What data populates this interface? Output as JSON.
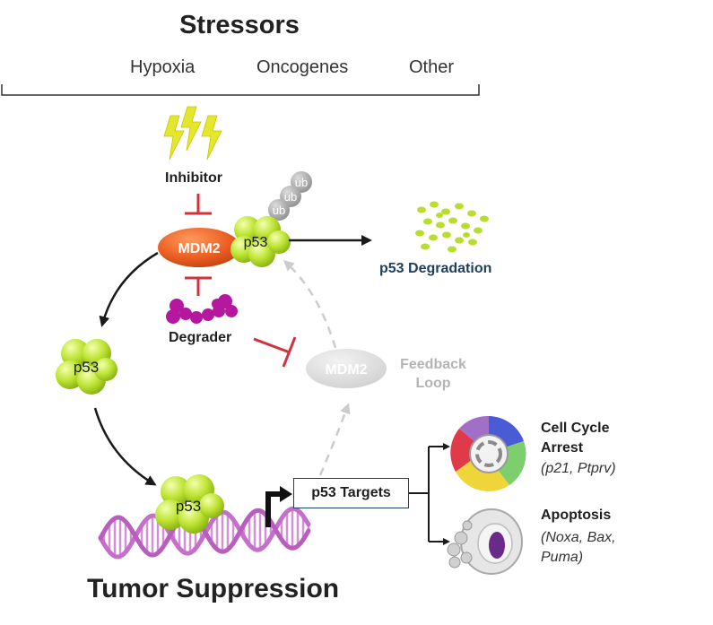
{
  "header": {
    "title": "Stressors",
    "stressors": [
      "Hypoxia",
      "Oncogenes",
      "Other"
    ]
  },
  "labels": {
    "inhibitor": "Inhibitor",
    "degrader": "Degrader",
    "mdm2": "MDM2",
    "p53": "p53",
    "ub": "ub",
    "degradation": "p53 Degradation",
    "feedback": "Feedback Loop",
    "targets": "p53 Targets",
    "tumor_suppression": "Tumor Suppression"
  },
  "outcomes": {
    "cell_cycle": {
      "title": "Cell Cycle Arrest",
      "genes": "(p21, Ptprv)"
    },
    "apoptosis": {
      "title": "Apoptosis",
      "genes": "(Noxa, Bax, Puma)"
    }
  },
  "colors": {
    "p53": "#b8dd2c",
    "mdm2": "#e85a22",
    "degrader": "#b5179e",
    "inhibit": "#d3323c",
    "dna": "#d490d8",
    "lightning": "#e5e82a",
    "navy": "#1c3f5e",
    "faded": "#c8c8c8"
  }
}
